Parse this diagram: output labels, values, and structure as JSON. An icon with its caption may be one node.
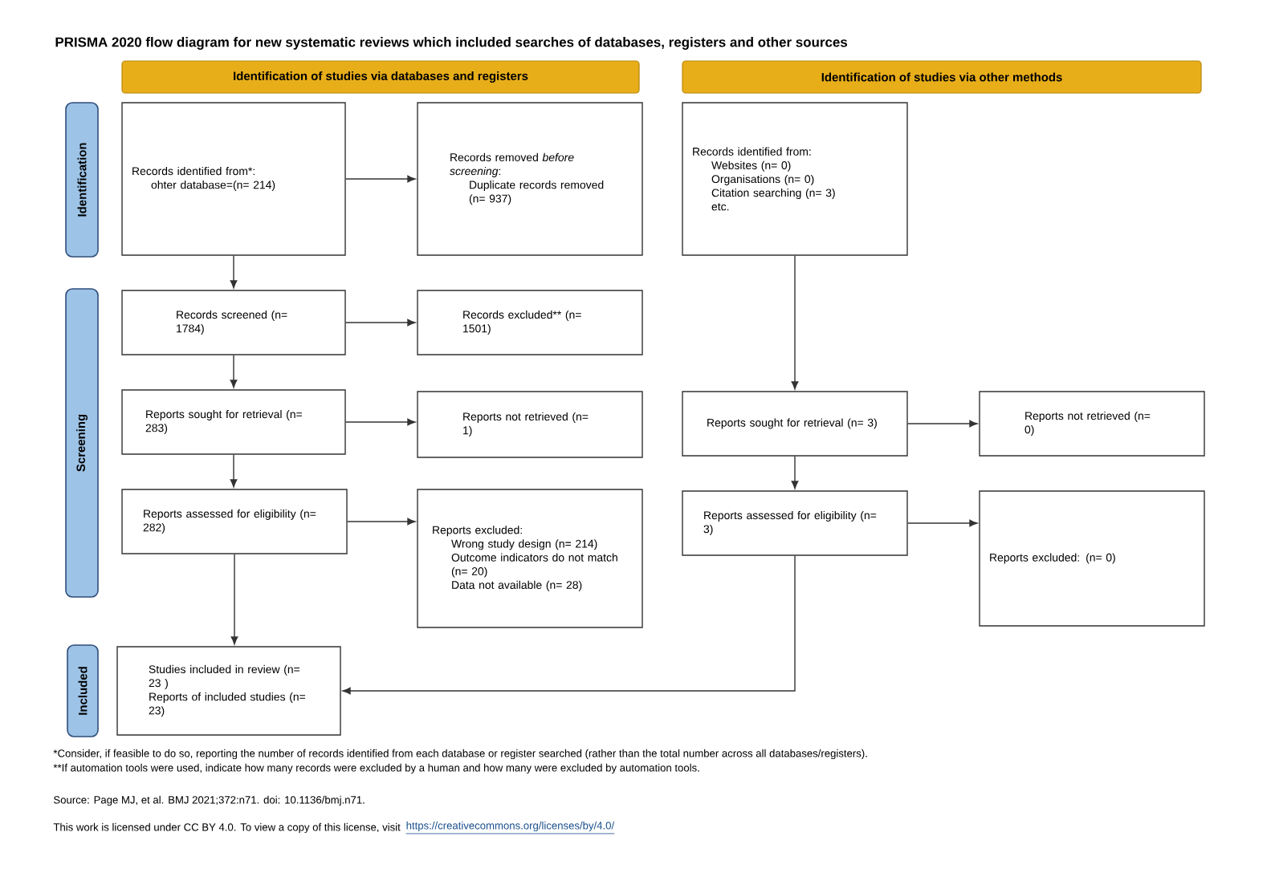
{
  "diagram": {
    "title": "PRISMA 2020 flow diagram for new systematic reviews which included searches of databases, registers and other sources",
    "nodes": [
      {
        "text": [
          "Identification of studies via databases and registers"
        ]
      },
      {
        "text": [
          "Identification of studies via other methods"
        ]
      },
      {
        "text": [
          "Identification"
        ]
      },
      {
        "text": [
          "Screening"
        ]
      },
      {
        "text": [
          "Included"
        ]
      },
      {
        "text": [
          "Records identified from*:",
          "ohter database=(n= 214)"
        ]
      },
      {
        "text": [
          "Records removed *before screening*:",
          "Duplicate records removed (n= 937)"
        ]
      },
      {
        "text": [
          "Records identified from:",
          "Websites (n= 0)",
          "Organisations (n= 0)",
          "Citation searching (n= 3)",
          "etc."
        ]
      },
      {
        "text": [
          "Records screened (n= 1784)"
        ]
      },
      {
        "text": [
          "Records excluded** (n= 1501)"
        ]
      },
      {
        "text": [
          "Reports sought for retrieval (n= 283)"
        ]
      },
      {
        "text": [
          "Reports not retrieved (n= 1)"
        ]
      },
      {
        "text": [
          "Reports assessed for eligibility (n= 282)"
        ]
      },
      {
        "text": [
          "Reports excluded:",
          "Wrong study design (n= 214)",
          "Outcome indicators do not match (n= 20)",
          "Data not available (n= 28)"
        ]
      },
      {
        "text": [
          "Studies included in review (n= 23 )",
          "Reports of included studies (n= 23)"
        ]
      },
      {
        "text": [
          "Reports sought for retrieval (n= 3)"
        ]
      },
      {
        "text": [
          "Reports not retrieved (n= 0)"
        ]
      },
      {
        "text": [
          "Reports assessed for eligibility (n= 3)"
        ]
      },
      {
        "text": [
          "Reports excluded: (n= 0)"
        ]
      }
    ],
    "edges": [
      {
        "from": 5,
        "to": 6,
        "arrow": "to"
      },
      {
        "from": 5,
        "to": 8,
        "arrow": "to"
      },
      {
        "from": 8,
        "to": 9,
        "arrow": "to"
      },
      {
        "from": 8,
        "to": 10,
        "arrow": "to"
      },
      {
        "from": 10,
        "to": 11,
        "arrow": "to"
      },
      {
        "from": 10,
        "to": 12,
        "arrow": "to"
      },
      {
        "from": 12,
        "to": 13,
        "arrow": "to"
      },
      {
        "from": 12,
        "to": 14,
        "arrow": "to"
      },
      {
        "from": 7,
        "to": 15,
        "arrow": "to"
      },
      {
        "from": 15,
        "to": 16,
        "arrow": "to"
      },
      {
        "from": 15,
        "to": 17,
        "arrow": "to"
      },
      {
        "from": 17,
        "to": 18,
        "arrow": "to"
      },
      {
        "from": 17,
        "to": 14,
        "arrow": "to"
      }
    ],
    "labels": [
      "*Consider, if feasible to do so, reporting the number of records identified from each database or register searched (rather than the total number across all databases/registers).",
      "**If automation tools were used, indicate how many records were excluded by a human and how many were excluded by automation tools.",
      "Source: Page MJ, et al. BMJ 2021;372:n71. doi: 10.1136/bmj.n71.",
      "This work is licensed under CC BY 4.0. To view a copy of this license, visit",
      "https://creativecommons.org/licenses/by/4.0/"
    ]
  }
}
